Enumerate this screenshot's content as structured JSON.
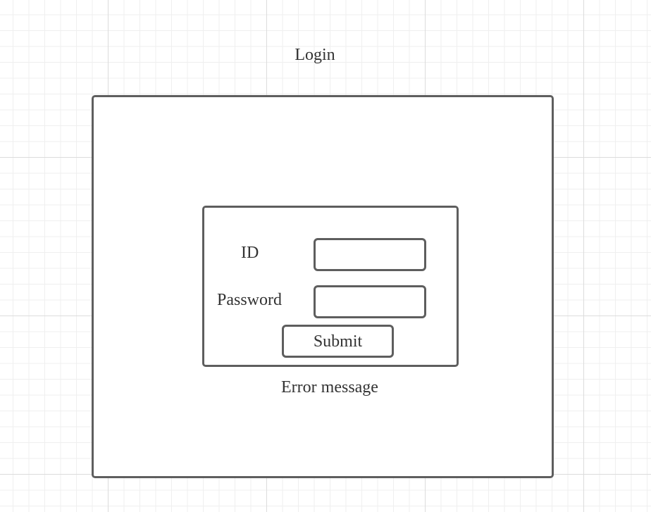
{
  "page": {
    "title": "Login"
  },
  "form": {
    "id_label": "ID",
    "id_value": "",
    "password_label": "Password",
    "password_value": "",
    "submit_label": "Submit",
    "error_message": "Error message"
  },
  "colors": {
    "stroke": "#5e5e5e",
    "text": "#333333",
    "grid_major": "#dcdcdc",
    "grid_minor": "#efefef",
    "background": "#ffffff"
  }
}
